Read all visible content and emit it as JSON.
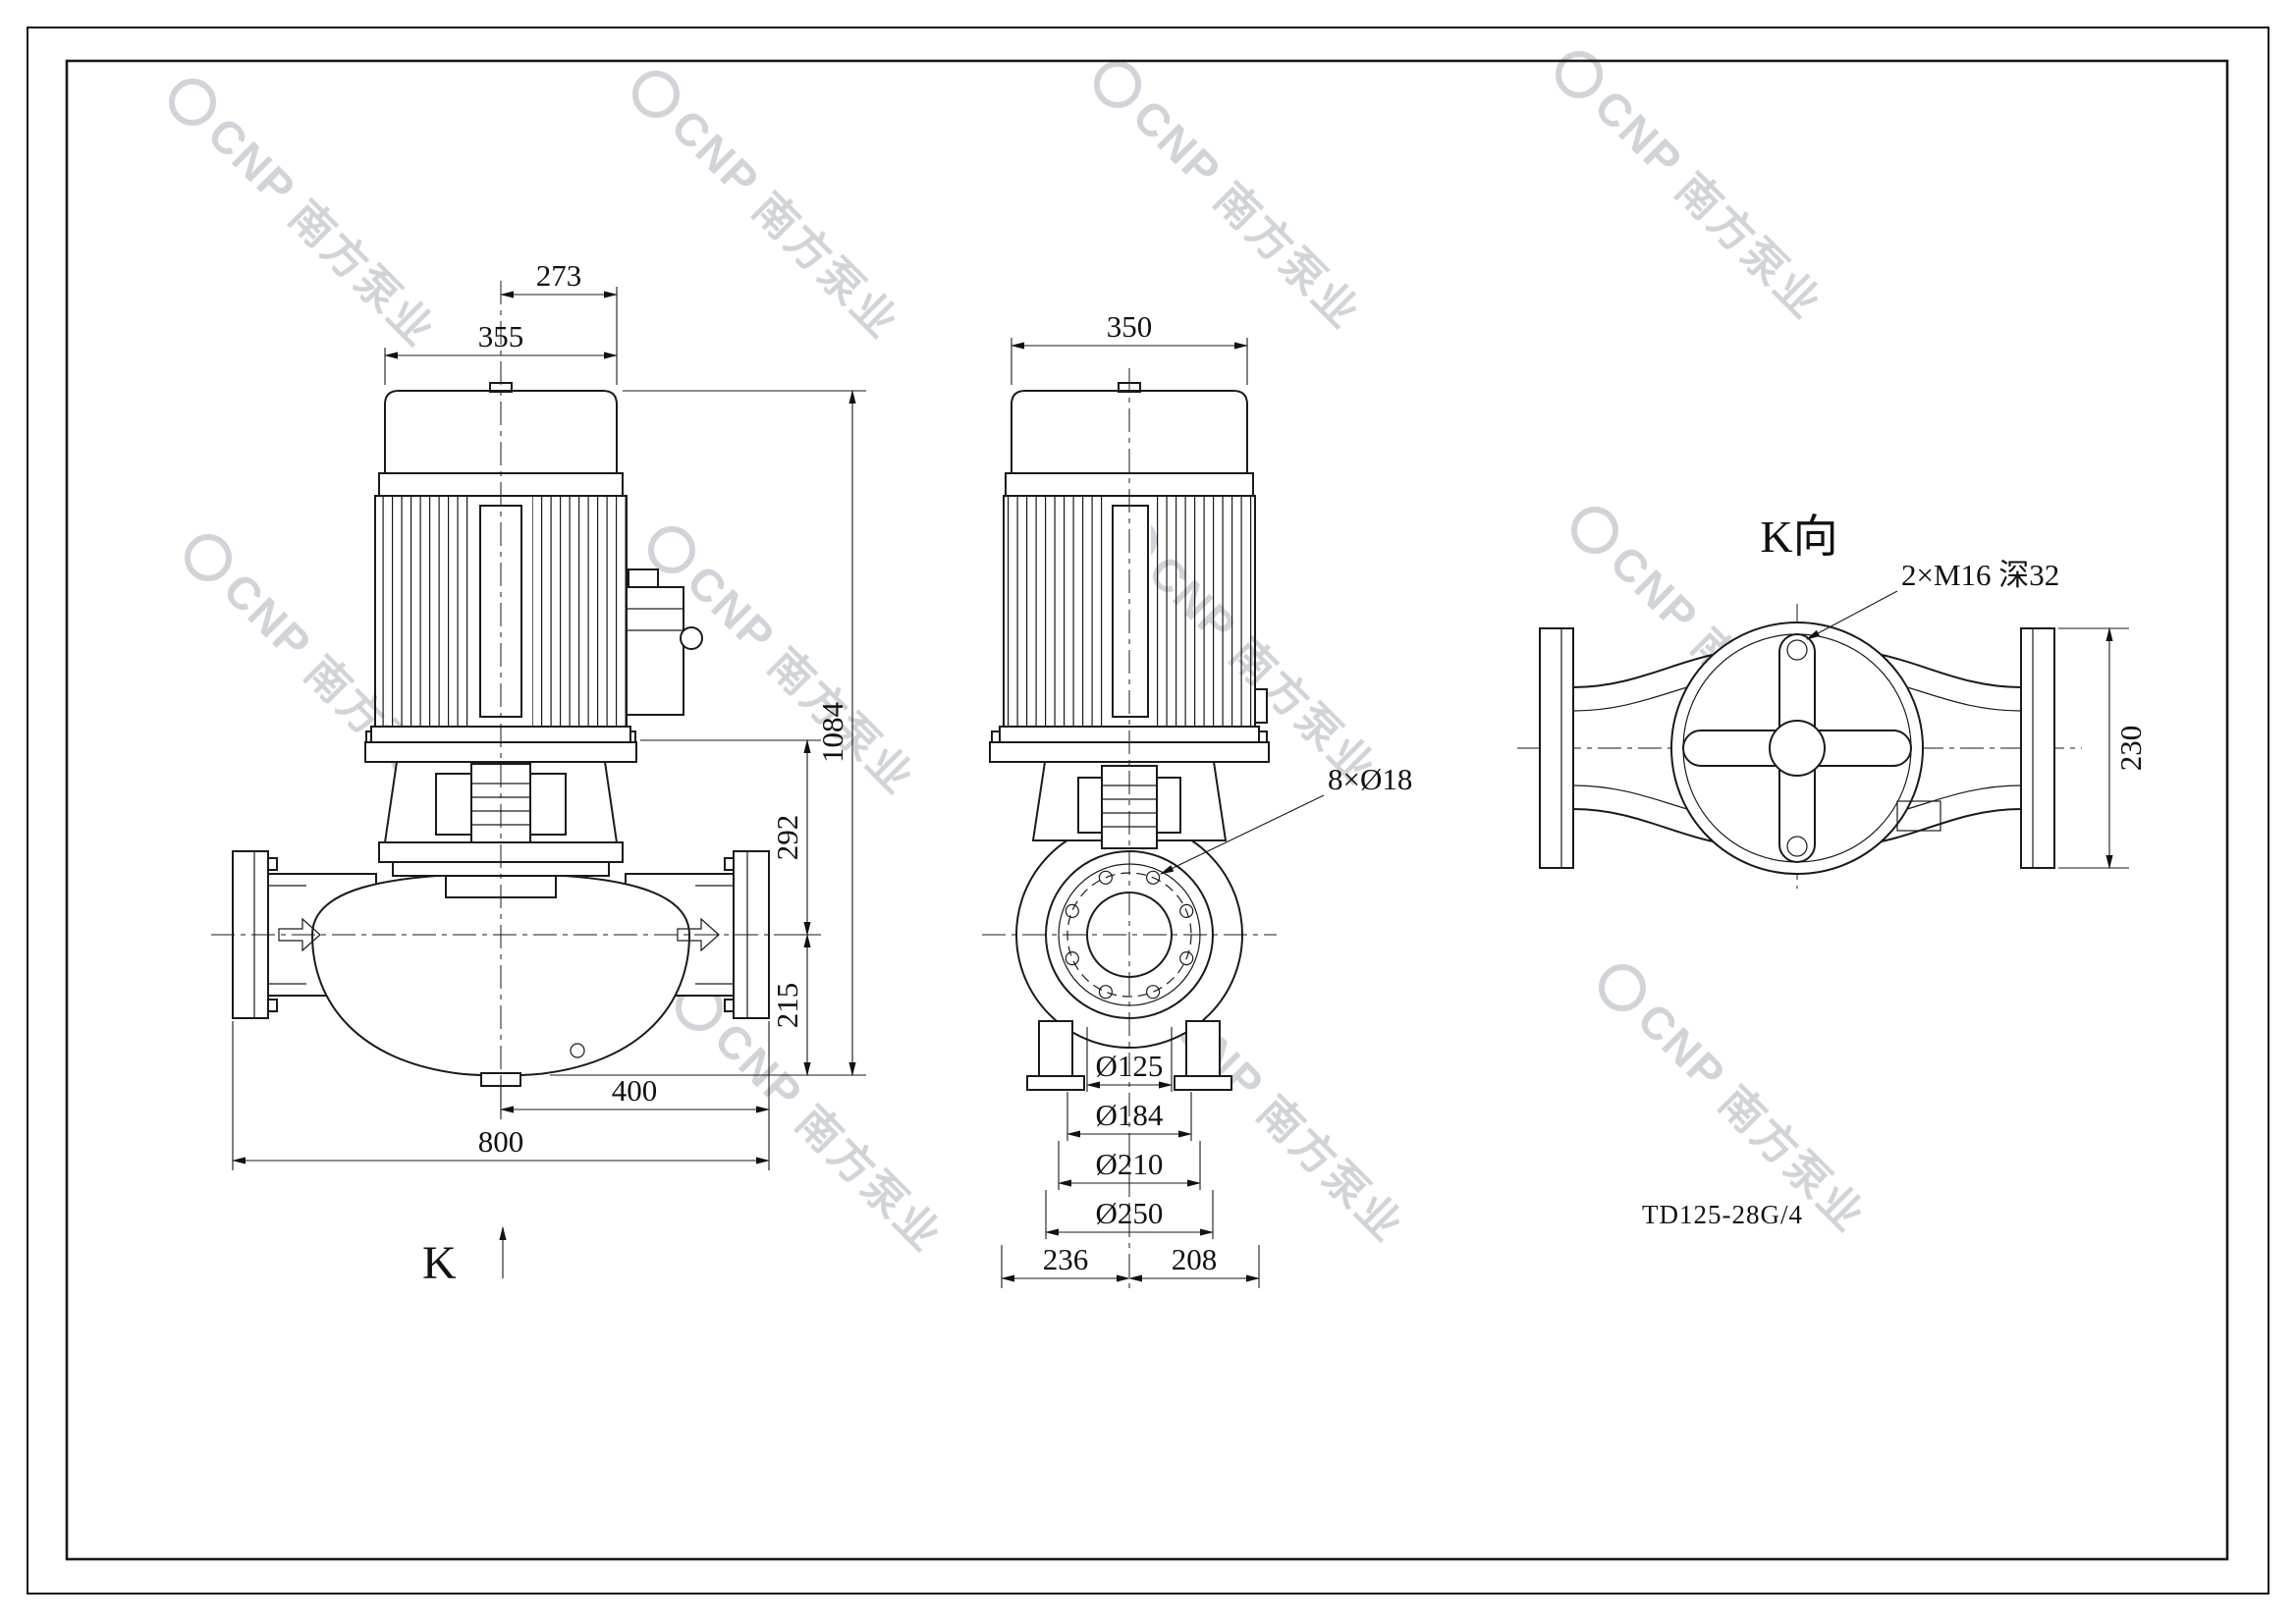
{
  "watermark": {
    "logo": "CNP",
    "brand": "南方泵业"
  },
  "front_view": {
    "dim_motor_half": "273",
    "dim_motor_width": "355",
    "dim_total_height": "1084",
    "dim_center_to_motor_base": "292",
    "dim_center_to_bottom": "215",
    "dim_center_to_flange": "400",
    "dim_flange_to_flange": "800",
    "view_arrow_label": "K"
  },
  "side_view": {
    "dim_motor_width": "350",
    "callout_bolt_holes": "8×Ø18",
    "dim_bore": "Ø125",
    "dim_bolt_circle": "Ø184",
    "dim_raised_face": "Ø210",
    "dim_flange_od": "Ø250",
    "dim_base_left": "236",
    "dim_base_right": "208"
  },
  "top_view": {
    "title": "K向",
    "callout_thread": "2×M16 深32",
    "dim_port_height": "230"
  },
  "title_block": {
    "model": "TD125-28G/4"
  }
}
